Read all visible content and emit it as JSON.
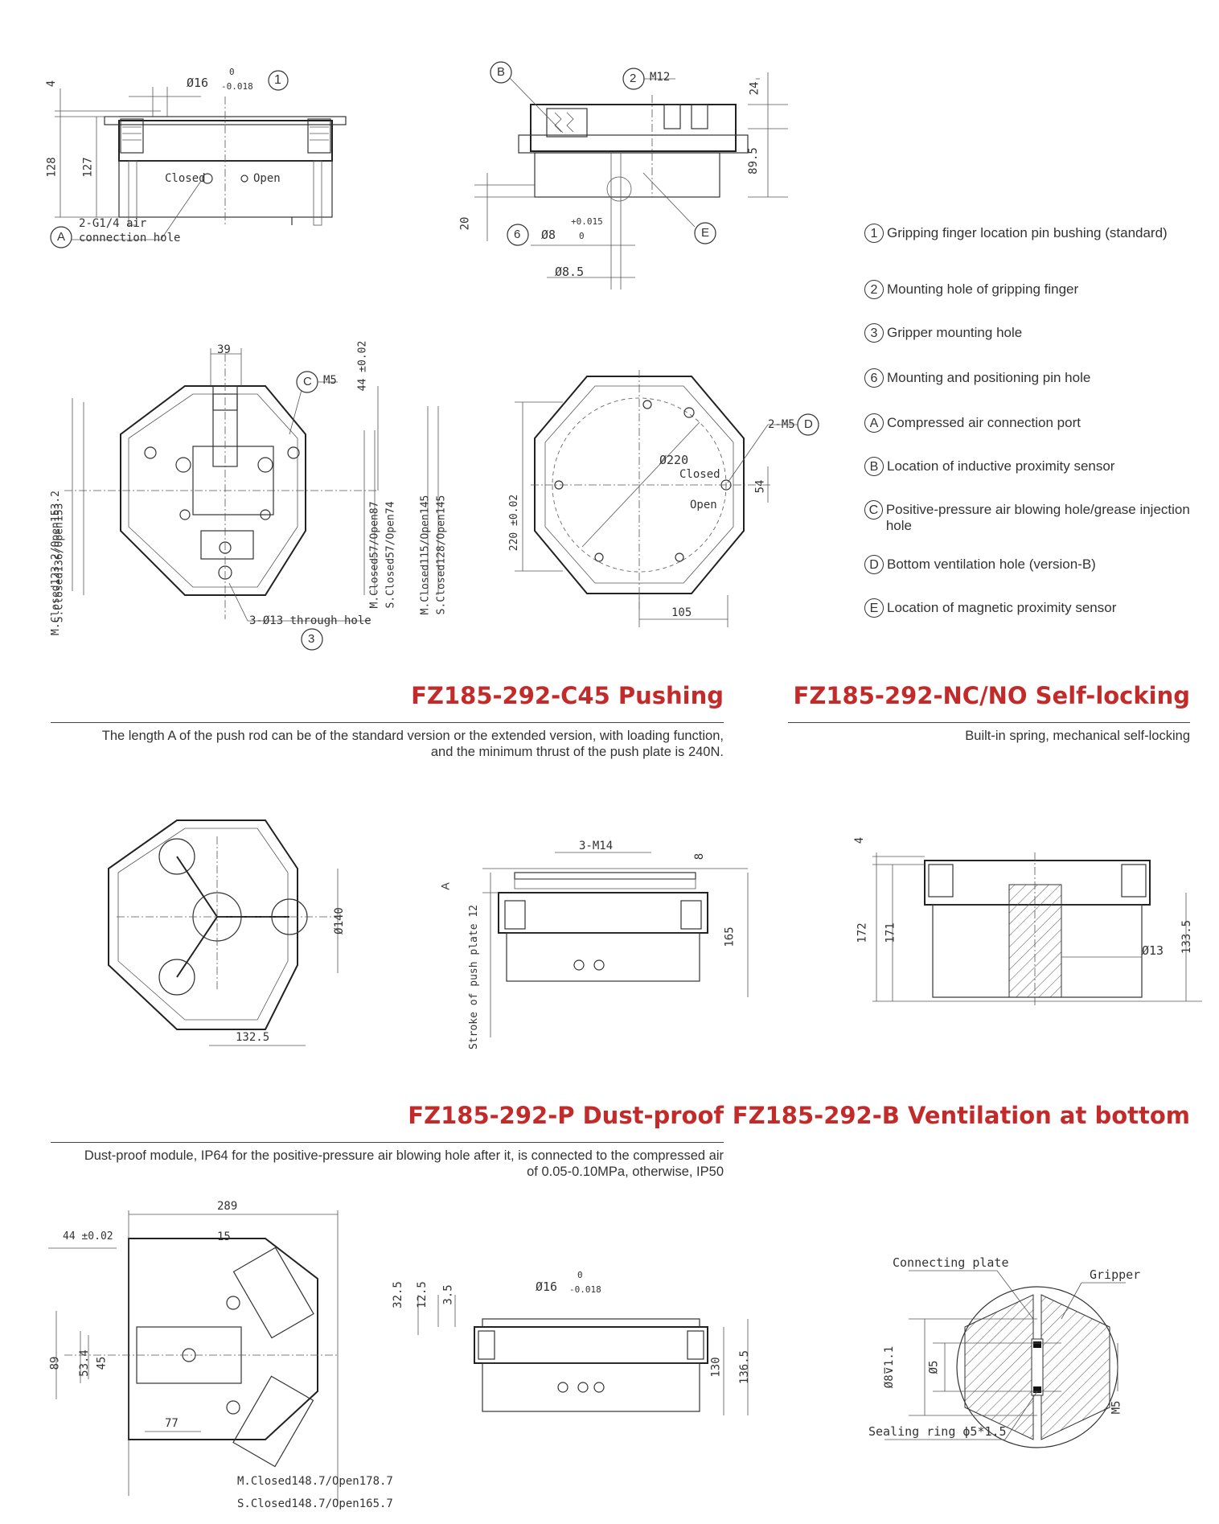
{
  "legend": [
    {
      "mark": "1",
      "text": "Gripping finger location pin bushing (standard)"
    },
    {
      "mark": "2",
      "text": "Mounting hole of gripping finger"
    },
    {
      "mark": "3",
      "text": "Gripper mounting hole"
    },
    {
      "mark": "6",
      "text": "Mounting and positioning pin hole"
    },
    {
      "mark": "A",
      "text": "Compressed air connection port"
    },
    {
      "mark": "B",
      "text": "Location of inductive proximity sensor"
    },
    {
      "mark": "C",
      "text": "Positive-pressure air blowing hole/grease injection hole"
    },
    {
      "mark": "D",
      "text": "Bottom ventilation hole (version-B)"
    },
    {
      "mark": "E",
      "text": "Location of magnetic proximity sensor"
    }
  ],
  "sections": {
    "c45": {
      "title": "FZ185-292-C45 Pushing",
      "desc": "The length A of the push rod can be of the standard version or the extended version, with loading function, and the minimum thrust of the push plate is 240N."
    },
    "ncno": {
      "title": "FZ185-292-NC/NO Self-locking",
      "desc": "Built-in spring, mechanical self-locking"
    },
    "p": {
      "title": "FZ185-292-P Dust-proof",
      "desc": "Dust-proof module, IP64 for the positive-pressure air blowing hole after it, is connected to the compressed air of 0.05-0.10MPa, otherwise, IP50"
    },
    "b": {
      "title": "FZ185-292-B Ventilation at bottom"
    }
  },
  "drawing_labels": {
    "v1": {
      "d4": "4",
      "d128": "128",
      "d127": "127",
      "phi16": "Ø16",
      "tol_up": "0",
      "tol_dn": "-0.018",
      "callout1": "1",
      "closed": "Closed",
      "open": "Open",
      "air_a": "2-G1/4 air",
      "air_b": "connection hole",
      "calloutA": "A"
    },
    "v2": {
      "calloutB": "B",
      "callout2": "2",
      "m12": "M12",
      "d24": "24",
      "d895": "89.5",
      "d20": "20",
      "callout6": "6",
      "phi8": "Ø8",
      "tol_up": "+0.015",
      "tol_dn": "0",
      "phi85": "Ø8.5",
      "calloutE": "E"
    },
    "v3": {
      "d39": "39",
      "calloutC": "C",
      "m5": "M5",
      "d44": "44 ±0.02",
      "l1": "M.Closed123.2/Open153.2",
      "l2": "S.Closed136/Open153",
      "l3": "M.Closed57/Open87",
      "l4": "S.Closed57/Open74",
      "l5": "M.Closed115/Open145",
      "l6": "S.Closed128/Open145",
      "holes": "3-Ø13 through hole",
      "callout3": "3"
    },
    "v4": {
      "d220": "220 ±0.02",
      "phi220": "Ø220",
      "closed": "Closed",
      "open": "Open",
      "m5": "2-M5",
      "calloutD": "D",
      "d54": "54",
      "d105": "105"
    },
    "v5": {
      "phi140": "Ø140",
      "d1325": "132.5"
    },
    "v6": {
      "m14": "3-M14",
      "d8": "8",
      "a": "A",
      "stroke": "Stroke of push plate 12",
      "d165": "165"
    },
    "v7": {
      "d4": "4",
      "d172": "172",
      "d171": "171",
      "phi13": "Ø13",
      "d1335": "133.5"
    },
    "v8": {
      "d289": "289",
      "d44": "44 ±0.02",
      "d15": "15",
      "d89": "89",
      "d534": "53.4",
      "d45": "45",
      "d77": "77",
      "l1": "M.Closed148.7/Open178.7",
      "l2": "S.Closed148.7/Open165.7"
    },
    "v9": {
      "d325": "32.5",
      "d125": "12.5",
      "d35": "3.5",
      "phi16": "Ø16",
      "tol_up": "0",
      "tol_dn": "-0.018",
      "d130": "130",
      "d1365": "136.5"
    },
    "v10": {
      "plate": "Connecting plate",
      "gripper": "Gripper",
      "phi8": "Ø8⊽1.1",
      "phi5": "Ø5",
      "m5": "M5",
      "seal": "Sealing ring ϕ5*1.5"
    }
  },
  "colors": {
    "title_red": "#c32b2b",
    "line": "#333333"
  }
}
